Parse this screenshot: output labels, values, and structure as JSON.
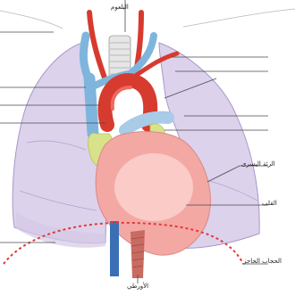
{
  "labels": {
    "pharynx": "البلعوم",
    "left_lung": "الرئة اليسرى",
    "heart": "القلب",
    "diaphragm": "الحجاب الحاجز",
    "aorta": "الأورطي"
  },
  "colors": {
    "lung_fill": "#dcd2ec",
    "lung_stroke": "#a898c8",
    "heart": "#f4a8a4",
    "heart_highlight": "#fbd3cf",
    "artery": "#d73a2e",
    "vein": "#7fb5dd",
    "fat": "#d8e28a",
    "trachea": "#e6e6e6",
    "diaphragm_line": "#e03a3a",
    "esophagus": "#c86b62",
    "leader_line": "#4a4a4a"
  }
}
